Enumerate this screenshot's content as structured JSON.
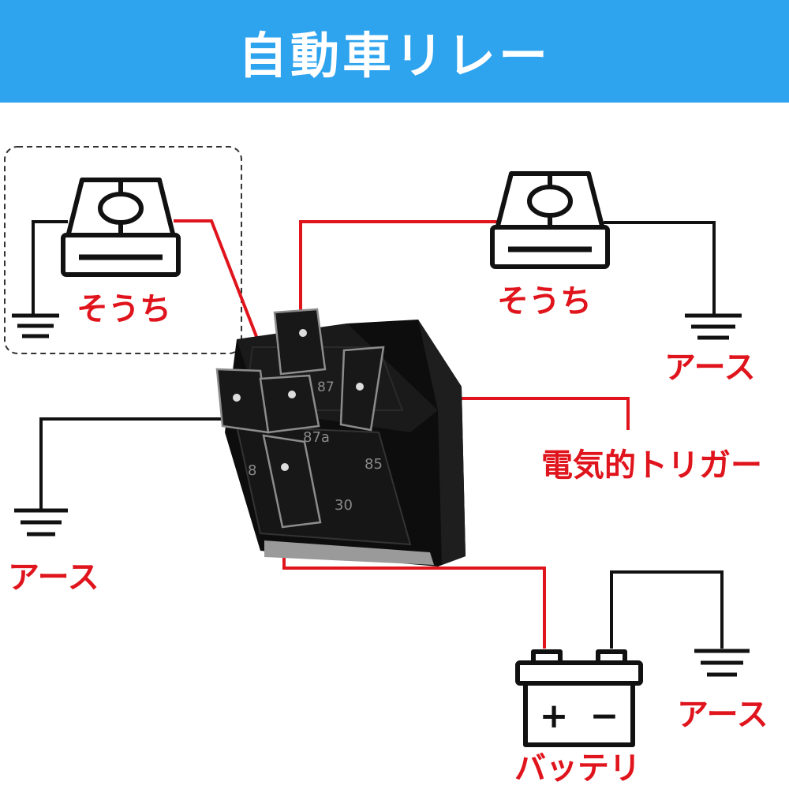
{
  "header": {
    "title": "自動車リレー"
  },
  "labels": {
    "device_left": "そうち",
    "device_right": "そうち",
    "earth_right": "アース",
    "earth_left": "アース",
    "earth_battery": "アース",
    "trigger": "電気的トリガー",
    "battery": "バッテリ"
  },
  "relay": {
    "pin_87": "87",
    "pin_87a": "87a",
    "pin_85": "85",
    "pin_86": "8",
    "pin_30": "30"
  },
  "battery": {
    "plus": "+",
    "minus": "−"
  },
  "colors": {
    "header_bg": "#2ea3ee",
    "wire_red": "#e0141c",
    "wire_black": "#111111",
    "label_red": "#e0141c"
  }
}
